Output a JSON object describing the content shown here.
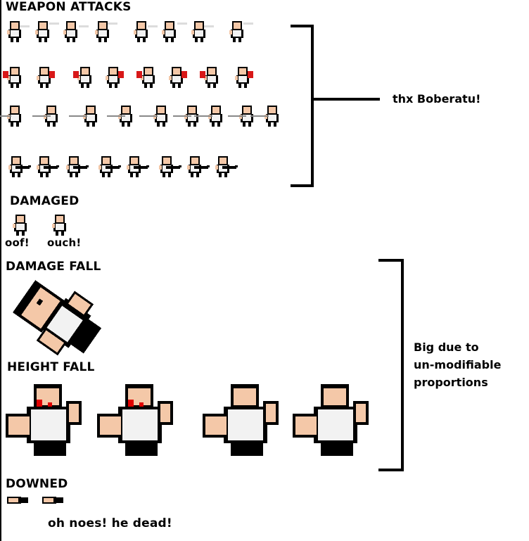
{
  "sections": {
    "weapon_attacks": "WEAPON ATTACKS",
    "damaged": "DAMAGED",
    "damage_fall": "DAMAGE FALL",
    "height_fall": "HEIGHT FALL",
    "downed": "DOWNED"
  },
  "captions": {
    "oof": "oof!",
    "ouch": "ouch!",
    "dead": "oh noes! he dead!"
  },
  "notes": {
    "credit": "thx Boberatu!",
    "big_line1": "Big due to",
    "big_line2": "un-modifiable",
    "big_line3": "proportions"
  },
  "colors": {
    "skin": "#f4c8a8",
    "outline": "#000000",
    "shirt": "#f2f2f2",
    "blood": "#e00000",
    "weapon_red": "#d81818",
    "blade": "#dcdcdc",
    "swing_trail": "#c8c8c8"
  },
  "sprite_rows": [
    {
      "name": "sword-swing-row",
      "weapon": "blade",
      "frames": 8
    },
    {
      "name": "axe-swing-row",
      "weapon": "axe",
      "frames": 8
    },
    {
      "name": "spear-row",
      "weapon": "spear",
      "frames": 9
    },
    {
      "name": "gun-row",
      "weapon": "gun",
      "frames": 8
    }
  ]
}
